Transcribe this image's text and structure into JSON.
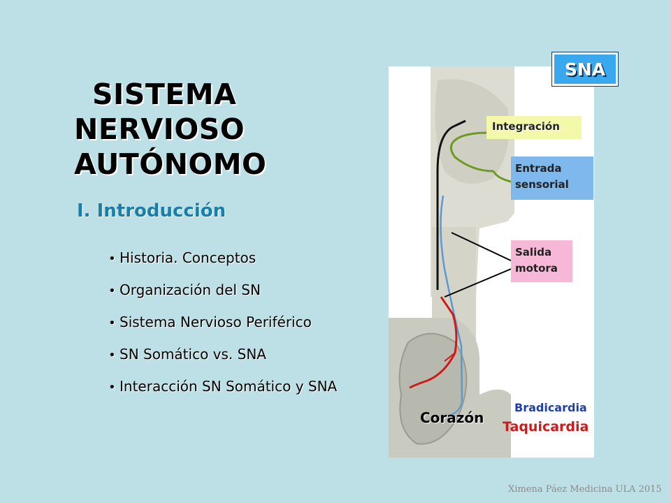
{
  "slide": {
    "title_lines": [
      "SISTEMA",
      "NERVIOSO",
      "AUTÓNOMO"
    ],
    "subtitle": "I. Introducción",
    "bullets": [
      "Historia. Conceptos",
      "Organización del SN",
      "Sistema Nervioso Periférico",
      "SN Somático vs. SNA",
      "Interacción SN Somático y SNA"
    ],
    "bullet_glyph": "•"
  },
  "figure": {
    "badge": "SNA",
    "integration_label": "Integración",
    "sensory_label_lines": [
      "Entrada",
      "sensorial"
    ],
    "motor_label_lines": [
      "Salida",
      "motora"
    ],
    "heart_label": "Corazón",
    "brad_label": "Bradicardia",
    "taq_label": "Taquicardia"
  },
  "footer": "Ximena Páez Medicina ULA 2015",
  "colors": {
    "background": "#bde0e6",
    "subtitle": "#1a7fa8",
    "badge": "#3aa8ee",
    "sensory_box": "#7fb8ec",
    "motor_box": "#f7b8d8",
    "integration_box": "#f3f9a8",
    "sympathetic_path": "#d01a1a",
    "parasympathetic_path": "#5a9ad0",
    "sensory_path": "#6a9a20"
  }
}
